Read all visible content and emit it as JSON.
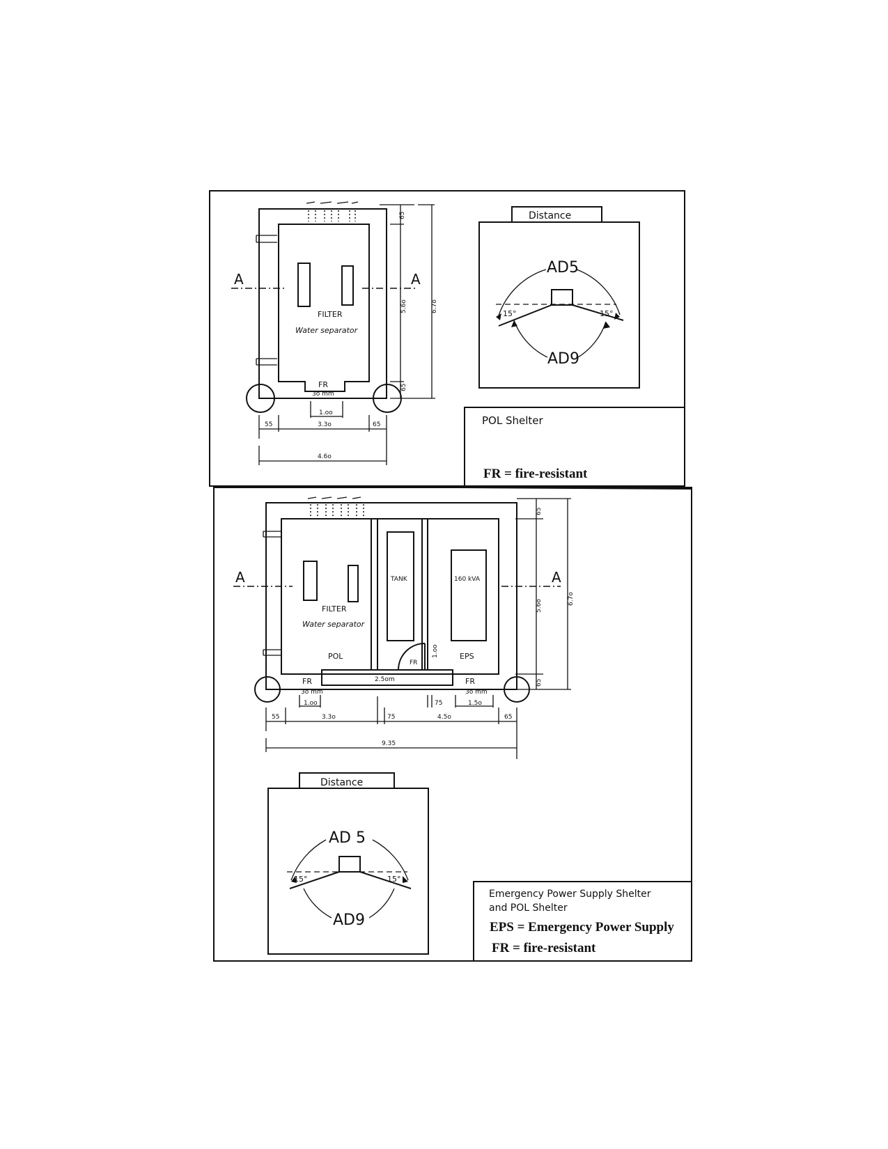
{
  "top_plan": {
    "section_marks": [
      "A",
      "A"
    ],
    "room_labels": {
      "filter": "FILTER",
      "water_separator": "Water separator",
      "fr": "FR"
    },
    "opening_width": "3o mm",
    "door_width": "1.oo",
    "dims_right": [
      "65",
      "5.6o",
      "6.7o",
      "65"
    ],
    "dims_bottom": [
      "55",
      "3.3o",
      "65"
    ],
    "dim_total": "4.6o"
  },
  "top_distance_diagram": {
    "tab_label": "Distance",
    "arc_top": "AD5",
    "arc_bottom": "AD9",
    "angle_left": "15°",
    "angle_right": "15°"
  },
  "top_legend": {
    "title": "POL Shelter",
    "abbrev": "FR",
    "definition": "= fire-resistant"
  },
  "bottom_plan": {
    "section_marks": [
      "A",
      "A"
    ],
    "room_labels": {
      "filter": "FILTER",
      "water_separator": "Water separator",
      "pol": "POL",
      "tank": "TANK",
      "kva": "160 kVA",
      "eps": "EPS",
      "fr_left": "FR",
      "fr_door": "FR",
      "fr_right": "FR"
    },
    "door_dim": "1.oo",
    "corridor_dim": "2.5om",
    "opening_left": "3o mm",
    "opening_right": "3o mm",
    "dim_left_door": "1.oo",
    "dim_right_door": "1.5o",
    "dim_mid": "75",
    "dims_bottom": [
      "55",
      "3.3o",
      "75",
      "4.5o",
      "65"
    ],
    "dim_total": "9.35",
    "dims_right": [
      "65",
      "5.6o",
      "6.7o",
      "65"
    ]
  },
  "bottom_distance_diagram": {
    "tab_label": "Distance",
    "arc_top": "AD 5",
    "arc_bottom": "AD9",
    "angle_left": "15°",
    "angle_right": "15°"
  },
  "bottom_legend": {
    "title_line1": "Emergency Power Supply Shelter",
    "title_line2": "and POL Shelter",
    "line_eps": "EPS = Emergency Power Supply",
    "line_fr_abbrev": "FR",
    "line_fr_def": "= fire-resistant"
  }
}
